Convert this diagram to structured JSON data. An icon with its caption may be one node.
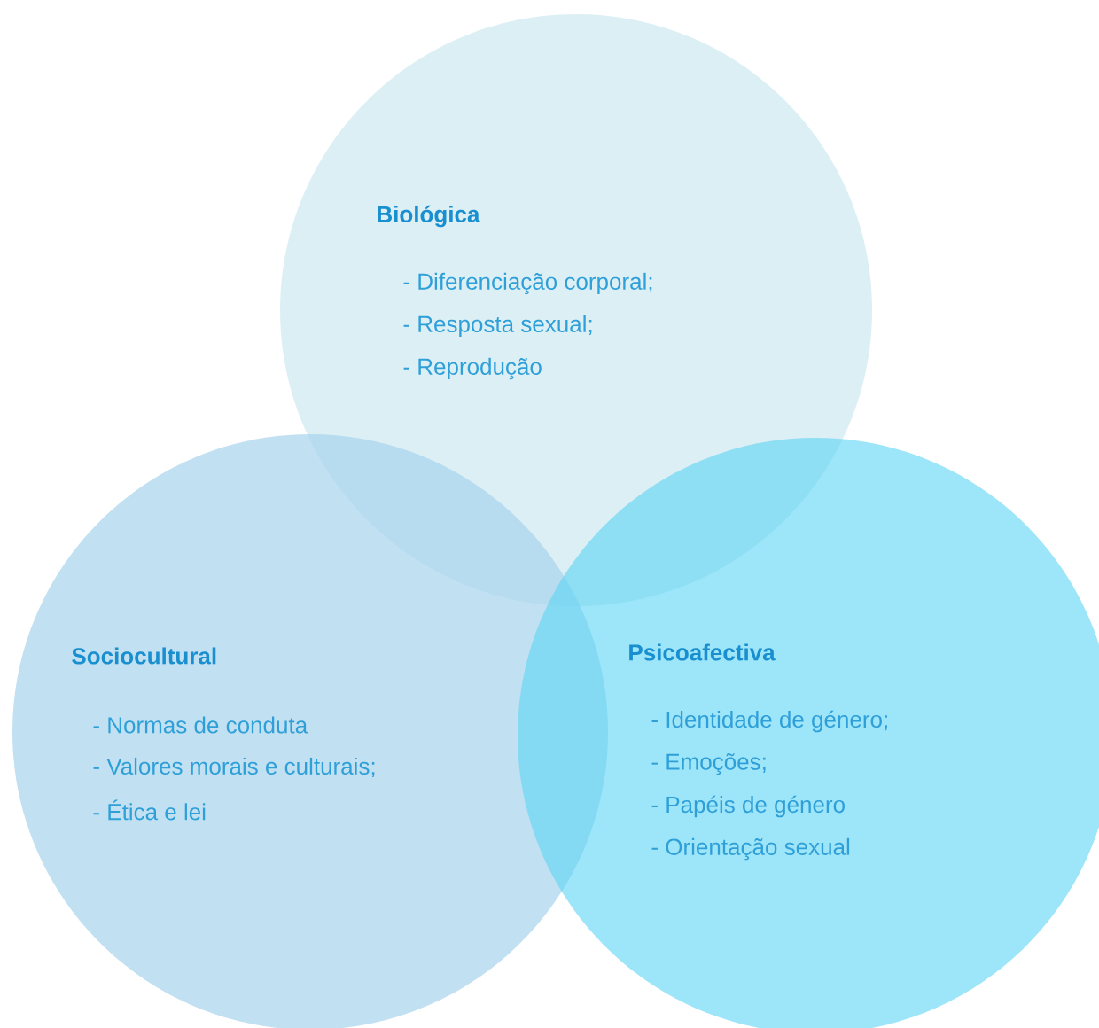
{
  "diagram": {
    "nodes": [
      {
        "text": [
          "Biológica",
          "- Diferenciação corporal;",
          "- Resposta sexual;",
          "- Reprodução"
        ]
      },
      {
        "text": [
          "Sociocultural",
          "- Normas de conduta",
          "- Valores morais e culturais;",
          "- Ética e lei"
        ]
      },
      {
        "text": [
          "Psicoafectiva",
          "- Identidade de género;",
          "- Emoções;",
          "- Papéis de género",
          "- Orientação sexual"
        ]
      }
    ]
  }
}
